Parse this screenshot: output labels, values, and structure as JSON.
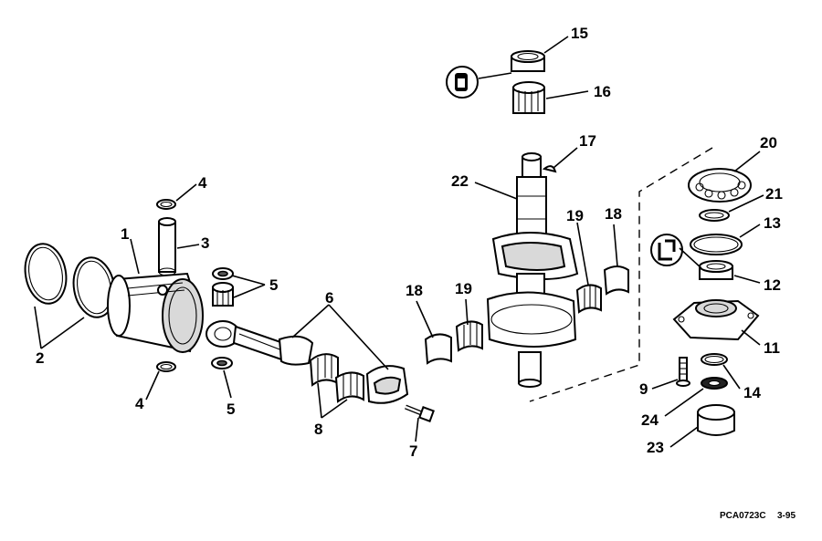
{
  "callouts": {
    "c1": "1",
    "c2": "2",
    "c3": "3",
    "c4a": "4",
    "c4b": "4",
    "c5a": "5",
    "c5b": "5",
    "c6": "6",
    "c7": "7",
    "c8": "8",
    "c9": "9",
    "c11": "11",
    "c12": "12",
    "c13": "13",
    "c14": "14",
    "c15": "15",
    "c16": "16",
    "c17": "17",
    "c18a": "18",
    "c18b": "18",
    "c19a": "19",
    "c19b": "19",
    "c20": "20",
    "c21": "21",
    "c22": "22",
    "c23": "23",
    "c24": "24"
  },
  "footer": {
    "drawing_code": "PCA0723C",
    "date": "3-95"
  },
  "icons": {
    "sealant": "sealant-icon",
    "lubricant": "lubricant-icon"
  }
}
